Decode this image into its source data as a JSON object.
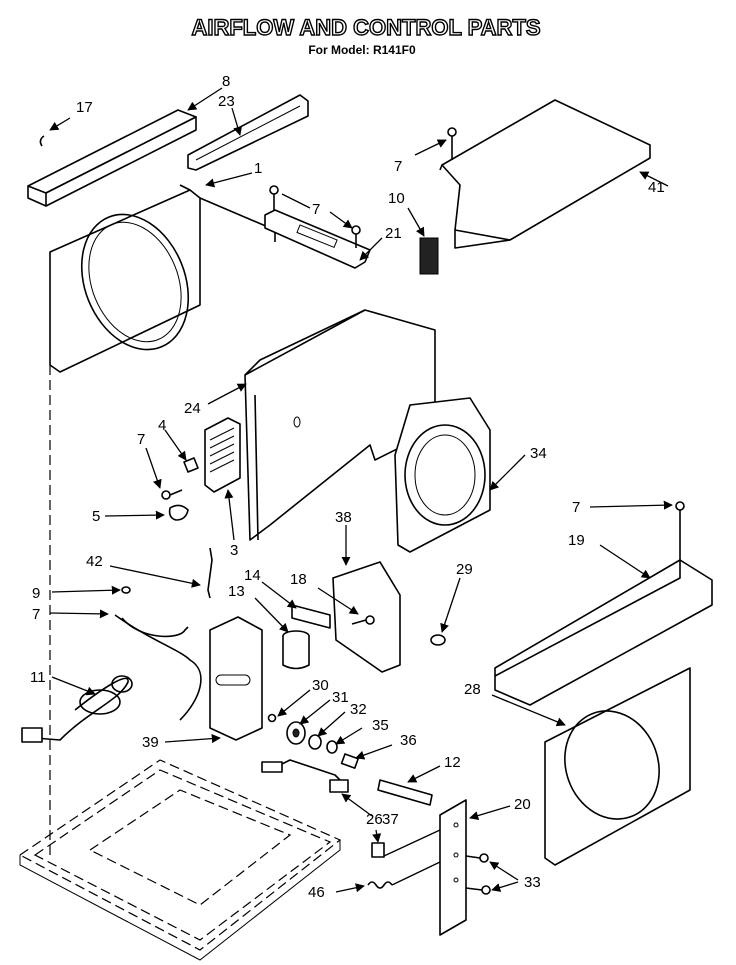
{
  "header": {
    "title": "AIRFLOW AND CONTROL PARTS",
    "subtitle": "For Model: R141F0"
  },
  "callouts": [
    "17",
    "8",
    "23",
    "1",
    "7",
    "7",
    "10",
    "21",
    "41",
    "7",
    "24",
    "4",
    "7",
    "34",
    "5",
    "3",
    "38",
    "7",
    "19",
    "42",
    "14",
    "18",
    "29",
    "9",
    "13",
    "7",
    "11",
    "30",
    "31",
    "32",
    "28",
    "35",
    "36",
    "39",
    "12",
    "20",
    "37",
    "26",
    "33",
    "46"
  ]
}
